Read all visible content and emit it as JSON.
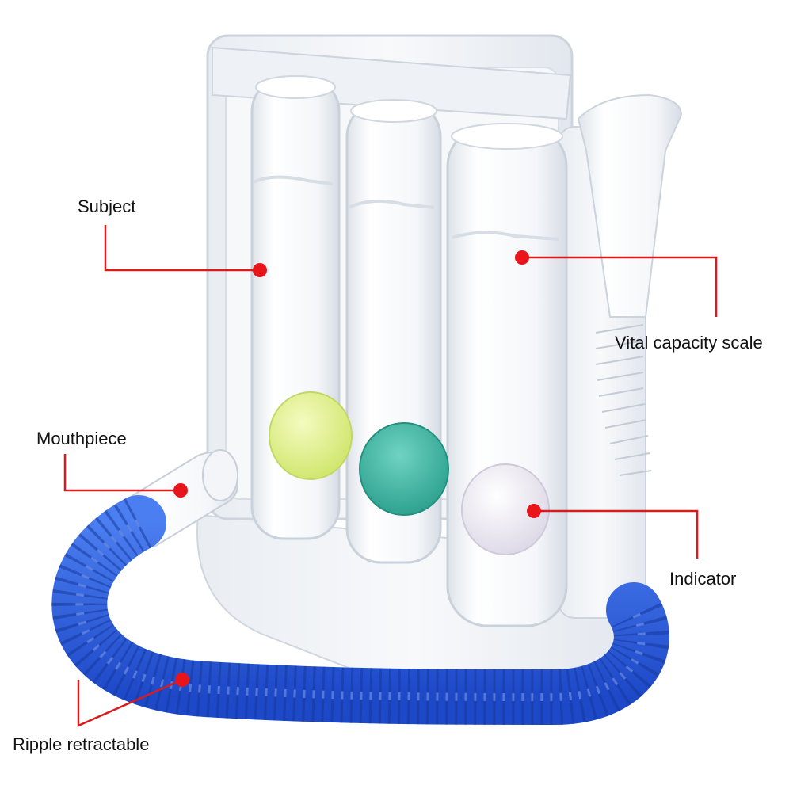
{
  "labels": {
    "subject": "Subject",
    "vital_capacity_scale": "Vital capacity scale",
    "mouthpiece": "Mouthpiece",
    "indicator": "Indicator",
    "ripple_retractable": "Ripple retractable"
  },
  "colors": {
    "leader_line": "#d81c1c",
    "marker_dot": "#e8151b",
    "hose_blue": "#2a5ce0",
    "ball_yellow": "#d8ec7a",
    "ball_teal": "#3fb3a0",
    "ball_white": "#eeeaf4"
  }
}
